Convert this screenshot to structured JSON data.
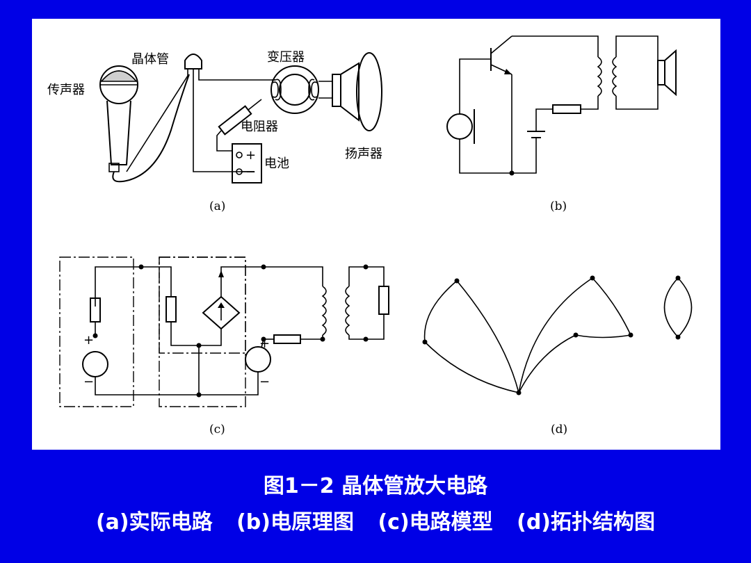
{
  "figure": {
    "title": "图1－2 晶体管放大电路",
    "subcaptions": [
      {
        "label": "(a)实际电路"
      },
      {
        "label": "(b)电原理图"
      },
      {
        "label": "(c)电路模型"
      },
      {
        "label": "(d)拓扑结构图"
      }
    ]
  },
  "panel_a": {
    "sublabel": "(a)",
    "labels": {
      "transistor": "晶体管",
      "microphone": "传声器",
      "transformer": "变压器",
      "resistor": "电阻器",
      "battery": "电池",
      "speaker": "扬声器",
      "plus": "+",
      "minus": "−"
    }
  },
  "panel_b": {
    "sublabel": "(b)"
  },
  "panel_c": {
    "sublabel": "(c)",
    "plus": "+",
    "minus": "−"
  },
  "panel_d": {
    "sublabel": "(d)"
  },
  "colors": {
    "background": "#0000e6",
    "panel": "#ffffff",
    "caption": "#ffffff"
  }
}
